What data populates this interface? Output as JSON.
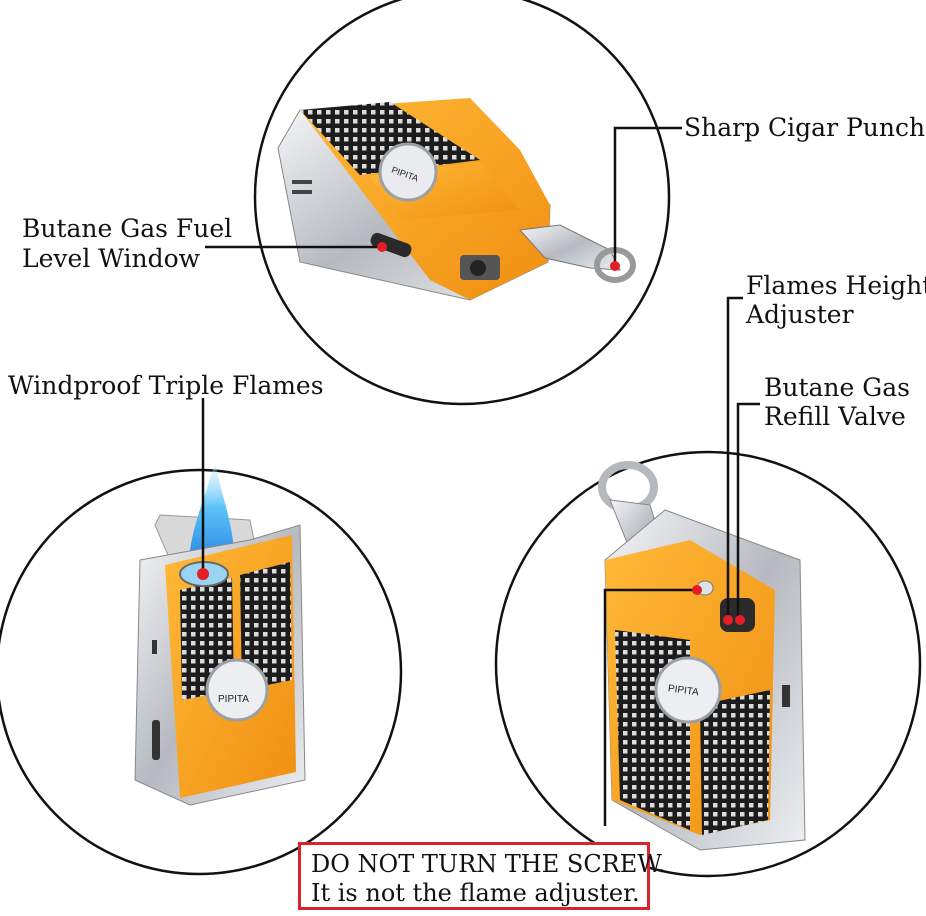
{
  "labels": {
    "cigar_punch": "Sharp Cigar Punch",
    "fuel_window_line1": "Butane Gas Fuel",
    "fuel_window_line2": "Level Window",
    "flames_height_line1": "Flames Height",
    "flames_height_line2": "Adjuster",
    "refill_valve_line1": "Butane Gas",
    "refill_valve_line2": "Refill Valve",
    "triple_flames": "Windproof  Triple Flames"
  },
  "warning": {
    "line1": "DO NOT TURN THE SCREW.",
    "line2": "It is not the flame adjuster."
  },
  "brand": {
    "logo_text": "PIPITA"
  },
  "colors": {
    "body_orange": "#f6a423",
    "chrome": "#cfd2d6",
    "marker_red": "#e41e25",
    "warning_border": "#d8242a",
    "flame_blue": "#39a9f2"
  }
}
